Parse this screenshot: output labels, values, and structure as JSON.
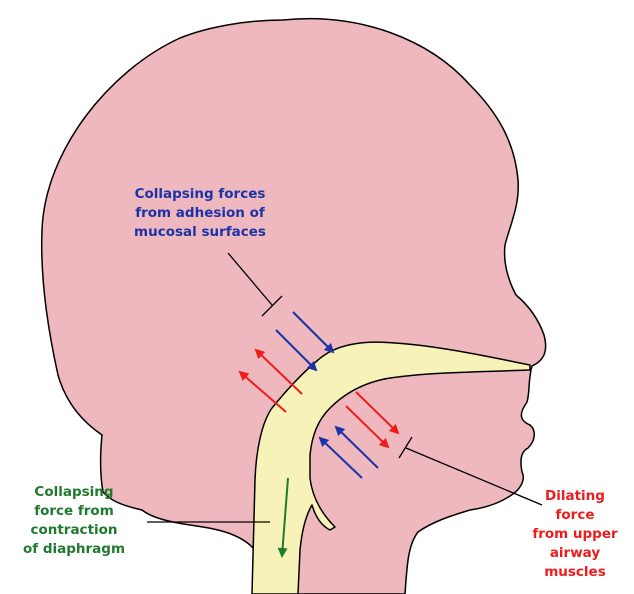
{
  "colors": {
    "head_fill": "#efb8bf",
    "head_outline": "#000000",
    "airway_fill": "#f7f3b8",
    "airway_outline": "#000000",
    "collapsing_blue": "#1c33a8",
    "dilating_red": "#ee1c1c",
    "diaphragm_green": "#1f7a2d",
    "leader_line": "#000000"
  },
  "labels": {
    "adhesion": {
      "lines": [
        "Collapsing forces",
        "from adhesion of",
        "mucosal surfaces"
      ],
      "color": "#1c33a8"
    },
    "diaphragm": {
      "lines": [
        "Collapsing",
        "force from",
        "contraction",
        "of diaphragm"
      ],
      "color": "#1f7a2d"
    },
    "dilating": {
      "lines": [
        "Dilating",
        "force",
        "from upper",
        "airway",
        "muscles"
      ],
      "color": "#ee1c1c"
    }
  },
  "arrows": [
    {
      "name": "blue-arrow-upper-1",
      "force": "collapsing",
      "color": "#1c33a8",
      "direction": "inward"
    },
    {
      "name": "blue-arrow-upper-2",
      "force": "collapsing",
      "color": "#1c33a8",
      "direction": "inward"
    },
    {
      "name": "red-arrow-upper-1",
      "force": "dilating",
      "color": "#ee1c1c",
      "direction": "outward"
    },
    {
      "name": "red-arrow-upper-2",
      "force": "dilating",
      "color": "#ee1c1c",
      "direction": "outward"
    },
    {
      "name": "red-arrow-lower-1",
      "force": "dilating",
      "color": "#ee1c1c",
      "direction": "outward"
    },
    {
      "name": "red-arrow-lower-2",
      "force": "dilating",
      "color": "#ee1c1c",
      "direction": "outward"
    },
    {
      "name": "blue-arrow-lower-1",
      "force": "collapsing",
      "color": "#1c33a8",
      "direction": "inward"
    },
    {
      "name": "blue-arrow-lower-2",
      "force": "collapsing",
      "color": "#1c33a8",
      "direction": "inward"
    },
    {
      "name": "green-arrow-diaphragm",
      "force": "collapsing",
      "color": "#1f7a2d",
      "direction": "down"
    }
  ]
}
